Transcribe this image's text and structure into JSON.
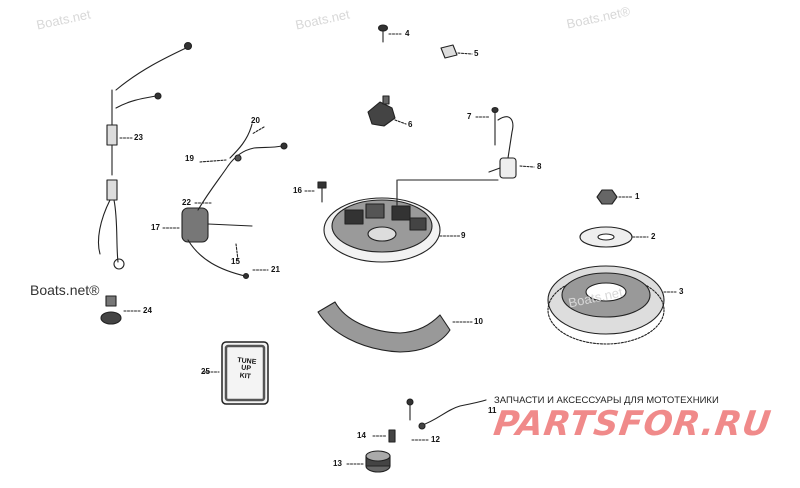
{
  "diagram": {
    "callouts": [
      {
        "id": "1",
        "label": "1"
      },
      {
        "id": "2",
        "label": "2"
      },
      {
        "id": "3",
        "label": "3"
      },
      {
        "id": "4",
        "label": "4"
      },
      {
        "id": "5",
        "label": "5"
      },
      {
        "id": "6",
        "label": "6"
      },
      {
        "id": "7",
        "label": "7"
      },
      {
        "id": "8",
        "label": "8"
      },
      {
        "id": "9",
        "label": "9"
      },
      {
        "id": "10",
        "label": "10"
      },
      {
        "id": "11",
        "label": "11"
      },
      {
        "id": "12",
        "label": "12"
      },
      {
        "id": "13",
        "label": "13"
      },
      {
        "id": "14",
        "label": "14"
      },
      {
        "id": "15",
        "label": "15"
      },
      {
        "id": "16",
        "label": "16"
      },
      {
        "id": "17",
        "label": "17"
      },
      {
        "id": "19",
        "label": "19"
      },
      {
        "id": "20",
        "label": "20"
      },
      {
        "id": "21",
        "label": "21"
      },
      {
        "id": "22",
        "label": "22"
      },
      {
        "id": "23",
        "label": "23"
      },
      {
        "id": "24",
        "label": "24"
      },
      {
        "id": "25",
        "label": "25"
      }
    ],
    "kit_label": [
      "TUNE",
      "UP",
      "KIT"
    ]
  },
  "watermarks": {
    "site_text": "Boats.net",
    "site_text_registered": "Boats.net®"
  },
  "branding": {
    "tagline": "ЗАПЧАСТИ И АКСЕССУАРЫ ДЛЯ МОТОТЕХНИКИ",
    "logo": "PARTSFOR.RU",
    "logo_color": "#f08a8a"
  }
}
